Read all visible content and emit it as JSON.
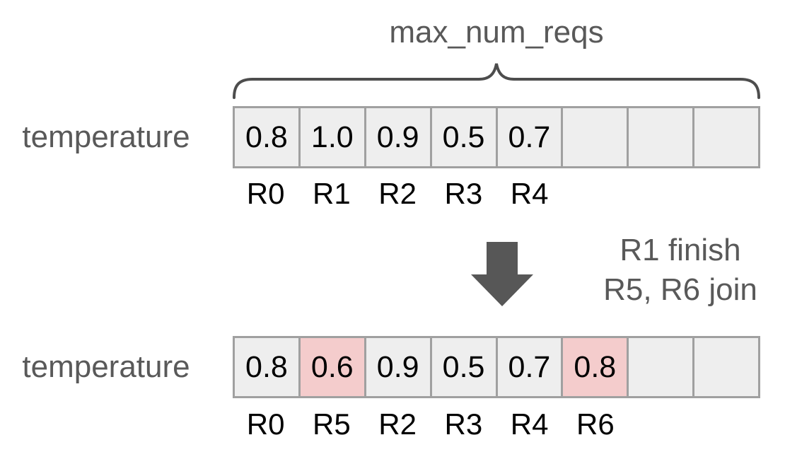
{
  "colors": {
    "label_gray": "#595959",
    "brace": "#4d4d4d",
    "arrow": "#575757",
    "cell_fill": "#eeeeee",
    "cell_highlight": "#f4cccc",
    "cell_border": "#a0a0a0",
    "value_text": "#000000"
  },
  "brace_label": "max_num_reqs",
  "transition": {
    "line1": "R1 finish",
    "line2": "R5, R6 join"
  },
  "before": {
    "row_label": "temperature",
    "cells": [
      {
        "value": "0.8",
        "req": "R0",
        "highlight": false
      },
      {
        "value": "1.0",
        "req": "R1",
        "highlight": false
      },
      {
        "value": "0.9",
        "req": "R2",
        "highlight": false
      },
      {
        "value": "0.5",
        "req": "R3",
        "highlight": false
      },
      {
        "value": "0.7",
        "req": "R4",
        "highlight": false
      },
      {
        "value": "",
        "req": "",
        "highlight": false
      },
      {
        "value": "",
        "req": "",
        "highlight": false
      },
      {
        "value": "",
        "req": "",
        "highlight": false
      }
    ]
  },
  "after": {
    "row_label": "temperature",
    "cells": [
      {
        "value": "0.8",
        "req": "R0",
        "highlight": false
      },
      {
        "value": "0.6",
        "req": "R5",
        "highlight": true
      },
      {
        "value": "0.9",
        "req": "R2",
        "highlight": false
      },
      {
        "value": "0.5",
        "req": "R3",
        "highlight": false
      },
      {
        "value": "0.7",
        "req": "R4",
        "highlight": false
      },
      {
        "value": "0.8",
        "req": "R6",
        "highlight": true
      },
      {
        "value": "",
        "req": "",
        "highlight": false
      },
      {
        "value": "",
        "req": "",
        "highlight": false
      }
    ]
  }
}
